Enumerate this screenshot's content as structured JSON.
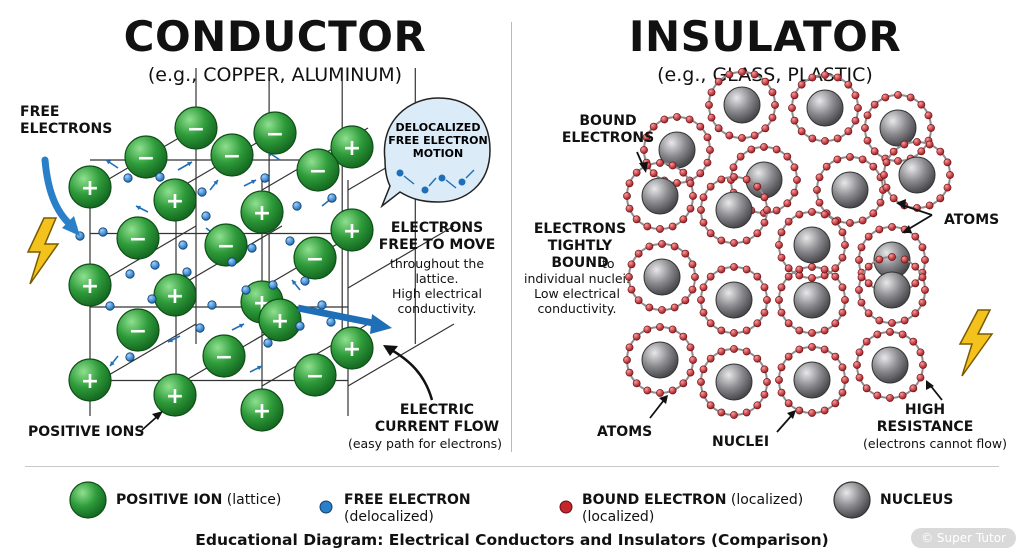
{
  "conductor": {
    "title": "CONDUCTOR",
    "subtitle": "(e.g., COPPER, ALUMINUM)",
    "free_electrons_label": "FREE\nELECTRONS",
    "bubble_text": "DELOCALIZED\nFREE ELECTRON\nMOTION",
    "move_title": "ELECTRONS\nFREE TO MOVE",
    "move_desc": "throughout the\nlattice.\nHigh electrical\nconductivity.",
    "current_title": "ELECTRIC\nCURRENT FLOW",
    "current_desc": "(easy path for electrons)",
    "positive_ions_label": "POSITIVE IONS",
    "plus": "+",
    "minus": "−"
  },
  "insulator": {
    "title": "INSULATOR",
    "subtitle": "(e.g., GLASS, PLASTIC)",
    "bound_label": "BOUND\nELECTRONS",
    "tight_title": "ELECTRONS\nTIGHTLY\nBOUND",
    "tight_to": "to",
    "tight_desc": "individual nuclei.\nLow electrical\nconductivity.",
    "atoms_label": "ATOMS",
    "atoms_label_2": "ATOMS",
    "nuclei_label": "NUCLEI",
    "resistance_title": "HIGH\nRESISTANCE",
    "resistance_desc": "(electrons cannot flow)"
  },
  "legend": {
    "positive_ion": "POSITIVE ION",
    "positive_ion_note": "(lattice)",
    "free_electron": "FREE ELECTRON",
    "free_electron_note": "(delocalized)",
    "bound_electron": "BOUND ELECTRON",
    "bound_electron_note": "(localized)",
    "bound_electron_note2": "(localized)",
    "nucleus": "NUCLEUS"
  },
  "footer": "Educational Diagram: Electrical Conductors and Insulators (Comparison)",
  "watermark": "© Super Tutor",
  "colors": {
    "ion_green": "#2e9b3a",
    "electron_blue": "#2a7fc9",
    "bound_red": "#c4262e",
    "nucleus_gray": "#8a8a8e",
    "bolt_yellow": "#f4c21c"
  }
}
